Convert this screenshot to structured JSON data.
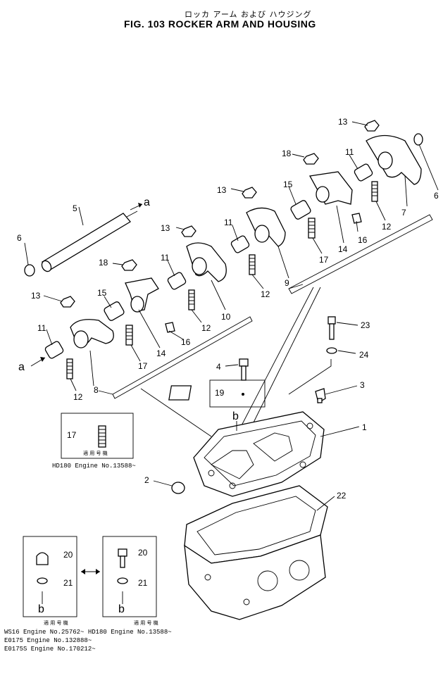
{
  "title": {
    "japanese": "ロッカ アーム および ハウジング",
    "english": "FIG. 103  ROCKER ARM AND HOUSING"
  },
  "callouts": {
    "c1": "1",
    "c2": "2",
    "c3": "3",
    "c4": "4",
    "c5": "5",
    "c6a": "6",
    "c6b": "6",
    "c7": "7",
    "c8": "8",
    "c9": "9",
    "c10": "10",
    "c11a": "11",
    "c11b": "11",
    "c11c": "11",
    "c11d": "11",
    "c12a": "12",
    "c12b": "12",
    "c12c": "12",
    "c12d": "12",
    "c13a": "13",
    "c13b": "13",
    "c13c": "13",
    "c13d": "13",
    "c14a": "14",
    "c14b": "14",
    "c15a": "15",
    "c15b": "15",
    "c16a": "16",
    "c16b": "16",
    "c17a": "17",
    "c17b": "17",
    "c17c": "17",
    "c18a": "18",
    "c18b": "18",
    "c19": "19",
    "c20a": "20",
    "c20b": "20",
    "c21a": "21",
    "c21b": "21",
    "c22": "22",
    "c23": "23",
    "c24": "24"
  },
  "refs": {
    "a_top": "a",
    "a_left": "a",
    "b_mid": "b",
    "b_box1": "b",
    "b_box2": "b"
  },
  "notes": {
    "box17_jp": "適 用 号 機",
    "box17_serial": "HD180 Engine No.13588~",
    "bottom_jp_left": "適 用 号 機",
    "bottom_jp_right": "適 用 号 機",
    "line1": "WS16   Engine No.25762~  HD180 Engine No.13588~",
    "line2": "E0175  Engine No.132888~",
    "line3": "E0175S Engine No.170212~"
  }
}
